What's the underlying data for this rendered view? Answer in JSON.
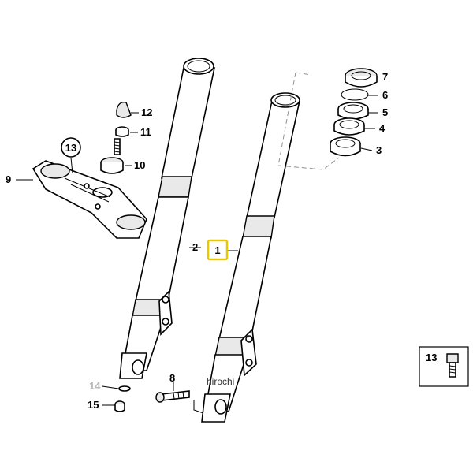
{
  "callouts": {
    "c1": "1",
    "c2": "2",
    "c3": "3",
    "c4": "4",
    "c5": "5",
    "c6": "6",
    "c7": "7",
    "c8": "8",
    "c9": "9",
    "c10": "10",
    "c11": "11",
    "c12": "12",
    "c13": "13",
    "c14": "14",
    "c15": "15",
    "inset13": "13"
  },
  "watermark": "hirochi",
  "colors": {
    "highlight_box": "#e8c800",
    "line": "#000000",
    "faded_label": "#b8b8b8"
  }
}
